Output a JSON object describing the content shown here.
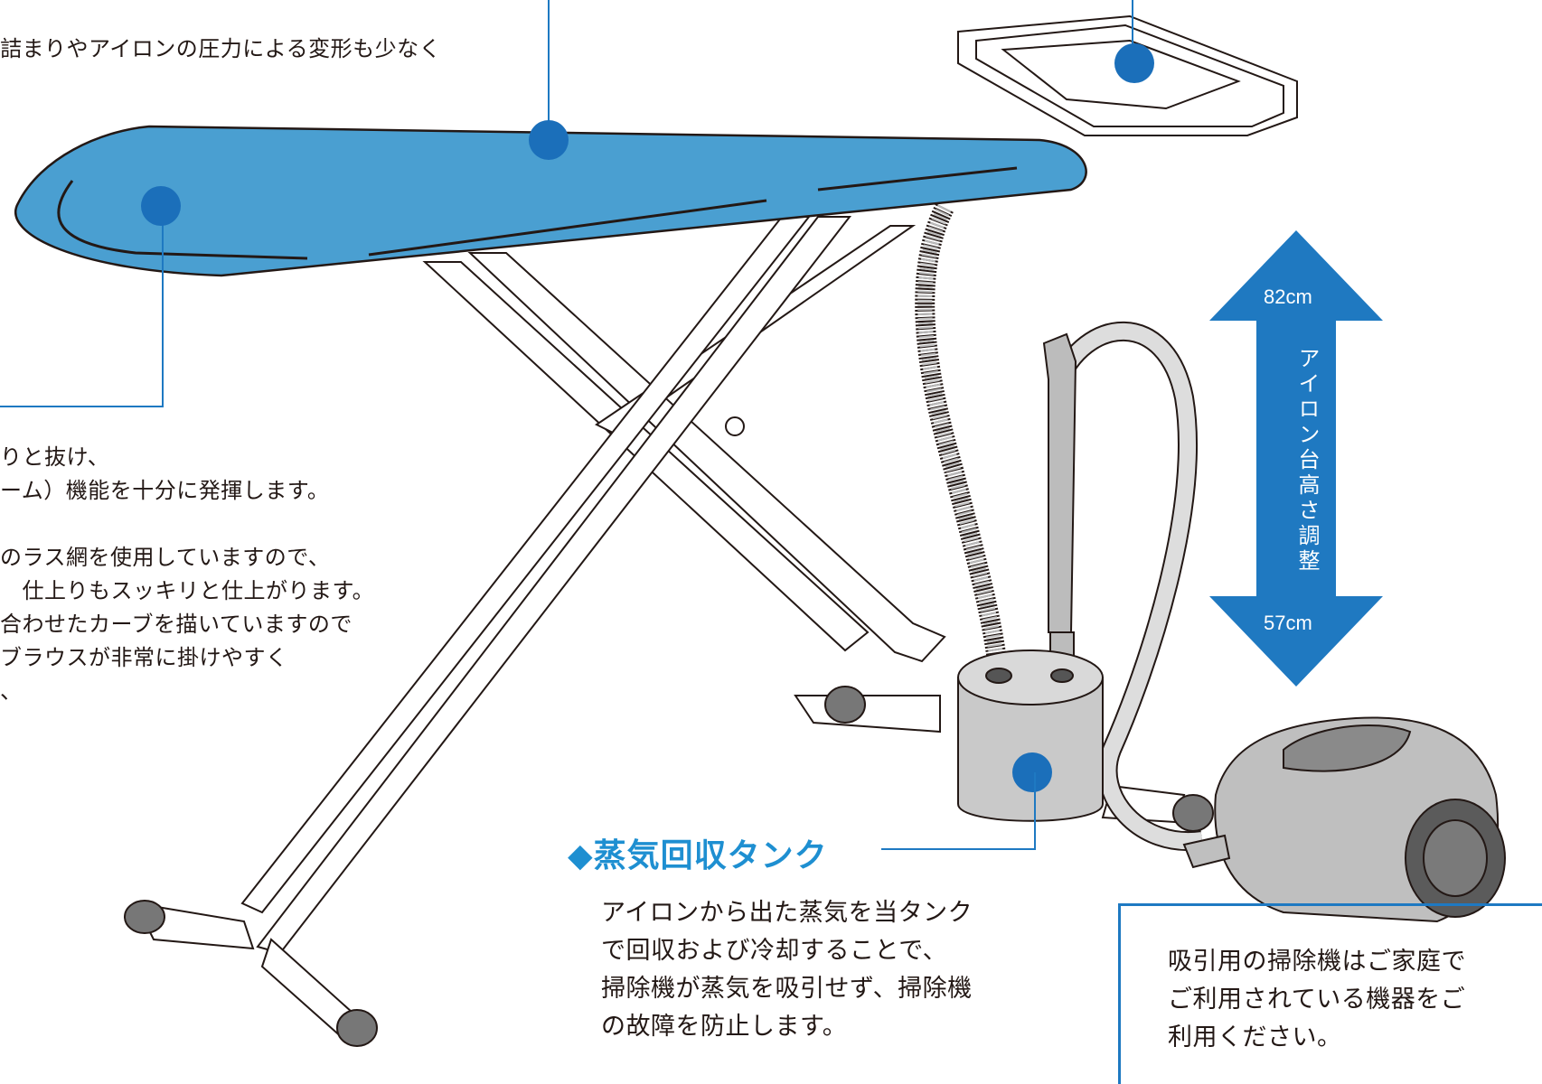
{
  "top_text": "詰まりやアイロンの圧力による変形も少なく",
  "left_block": [
    "りと抜け、",
    "ーム）機能を十分に発揮します。",
    "",
    "のラス網を使用していますので、",
    "　仕上りもスッキリと仕上がります。",
    "合わせたカーブを描いていますので",
    "ブラウスが非常に掛けやすく",
    "、"
  ],
  "tank_title": "◆蒸気回収タンク",
  "tank_desc": [
    "アイロンから出た蒸気を当タンク",
    "で回収および冷却することで、",
    "掃除機が蒸気を吸引せず、掃除機",
    "の故障を防止します。"
  ],
  "note": [
    "吸引用の掃除機はご家庭で",
    "ご利用されている機器をご",
    "利用ください。"
  ],
  "height": {
    "max": "82cm",
    "min": "57cm",
    "label": "アイロン台高さ調整"
  },
  "colors": {
    "board": "#4a9fd1",
    "callout_dot": "#1b6fba",
    "callout_line": "#1e79c2",
    "arrow": "#1f79c1",
    "title": "#1e8fd1"
  }
}
